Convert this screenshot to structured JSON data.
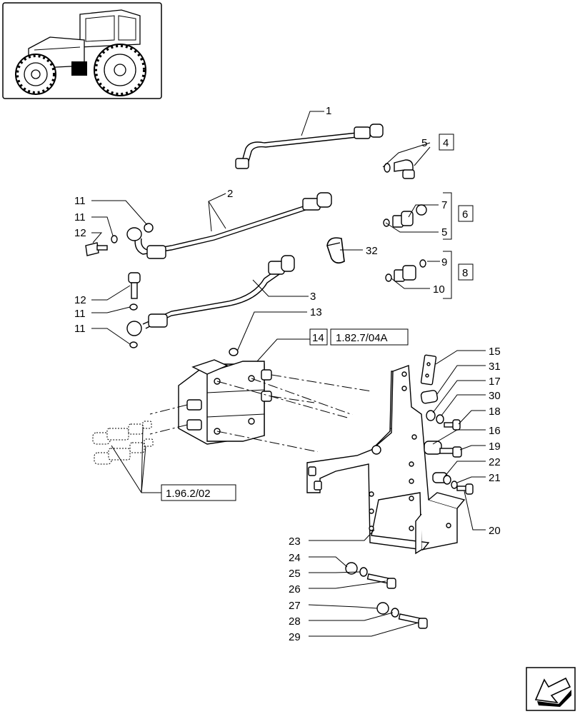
{
  "callouts": {
    "c1": "1",
    "c2": "2",
    "c3": "3",
    "c4": "4",
    "c5a": "5",
    "c5b": "5",
    "c6": "6",
    "c7": "7",
    "c8": "8",
    "c9": "9",
    "c10": "10",
    "c11a": "11",
    "c11b": "11",
    "c11c": "11",
    "c11d": "11",
    "c12a": "12",
    "c12b": "12",
    "c13": "13",
    "c14": "14",
    "c15": "15",
    "c16": "16",
    "c17": "17",
    "c18": "18",
    "c19": "19",
    "c20": "20",
    "c21": "21",
    "c22": "22",
    "c23": "23",
    "c24": "24",
    "c25": "25",
    "c26": "26",
    "c27": "27",
    "c28": "28",
    "c29": "29",
    "c30": "30",
    "c31": "31",
    "c32": "32"
  },
  "references": {
    "ref_valve": "1.82.7/04A",
    "ref_couplers": "1.96.2/02"
  },
  "icons": {
    "thumbnail": "tractor-thumbnail-icon",
    "navigation": "next-page-arrow-icon"
  }
}
